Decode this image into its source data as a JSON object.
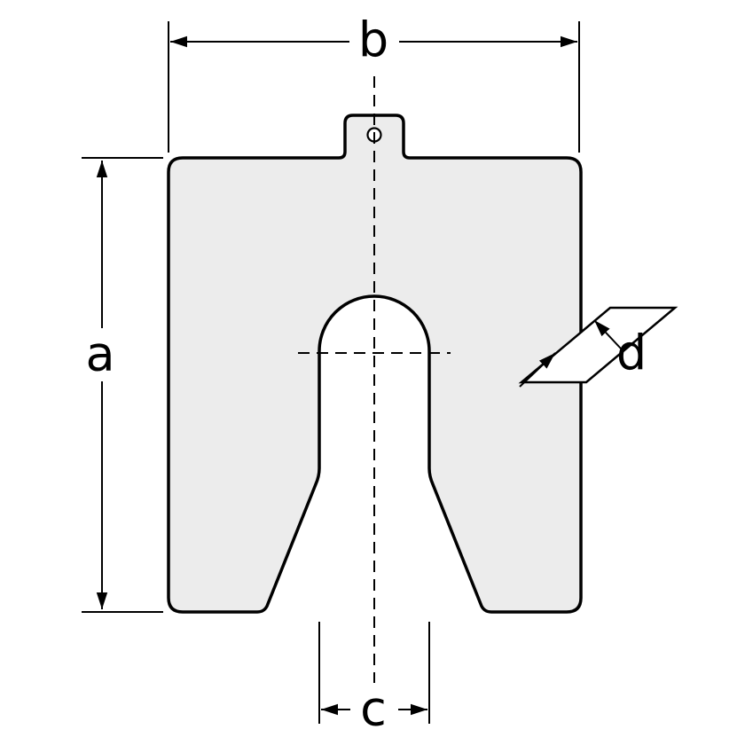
{
  "diagram": {
    "labels": {
      "a": "a",
      "b": "b",
      "c": "c",
      "d": "d"
    }
  },
  "colors": {
    "background": "#ffffff",
    "shim_fill": "#ececec",
    "outline": "#000000"
  }
}
